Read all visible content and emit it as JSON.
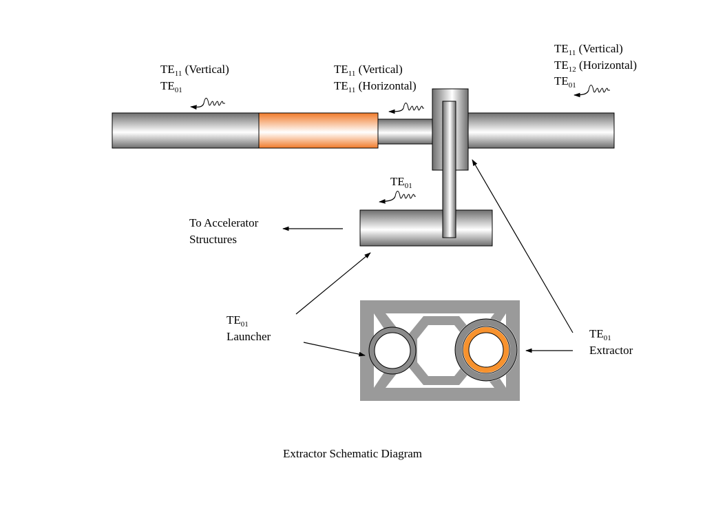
{
  "labels": {
    "left_line1_main": "TE",
    "left_line1_sub": "11",
    "left_line1_rest": " (Vertical)",
    "left_line2_main": "TE",
    "left_line2_sub": "01",
    "mid_line1_main": "TE",
    "mid_line1_sub": "11",
    "mid_line1_rest": " (Vertical)",
    "mid_line2_main": "TE",
    "mid_line2_sub": "11",
    "mid_line2_rest": " (Horizontal)",
    "right_line1_main": "TE",
    "right_line1_sub": "11",
    "right_line1_rest": " (Vertical)",
    "right_line2_main": "TE",
    "right_line2_sub": "12",
    "right_line2_rest": "  (Horizontal)",
    "right_line3_main": "TE",
    "right_line3_sub": "01",
    "lower_mode_main": "TE",
    "lower_mode_sub": "01",
    "accel_line1": "To Accelerator",
    "accel_line2": "Structures",
    "launcher_line1_main": "TE",
    "launcher_line1_sub": "01",
    "launcher_line2": "Launcher",
    "extractor_line1_main": "TE",
    "extractor_line1_sub": "01",
    "extractor_line2": "Extractor",
    "caption": "Extractor Schematic Diagram"
  },
  "colors": {
    "pipe_dark": "#6e6e6e",
    "pipe_light": "#ffffff",
    "orange_dark": "#f07a2a",
    "orange_light": "#ffffff",
    "bracket_gray": "#9a9a9a",
    "ring_gray": "#8a8a8a",
    "ring_orange": "#f7922e"
  }
}
